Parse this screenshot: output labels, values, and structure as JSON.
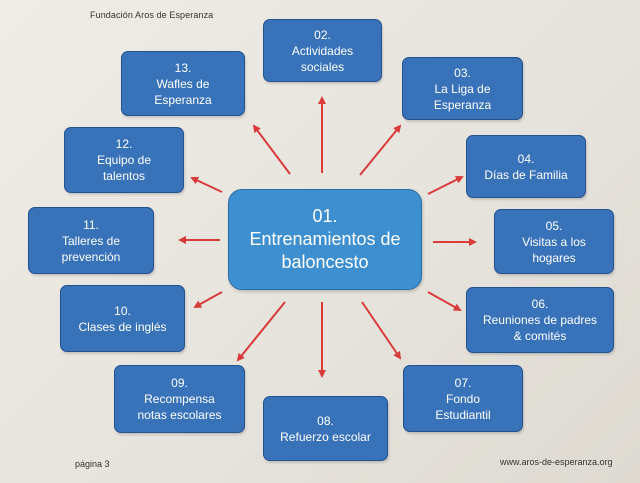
{
  "header": "Fundación Aros de Esperanza",
  "footer": {
    "page": "página 3",
    "website": "www.aros-de-esperanza.org"
  },
  "colors": {
    "box": "#3872b8",
    "center": "#3d8fcf",
    "arrow": "#d93a3a"
  },
  "center": "01.\nEntrenamientos de\nbaloncesto",
  "nodes": [
    "02.\nActividades\nsociales",
    "03.\nLa Liga de\nEsperanza",
    "04.\nDías de Familia",
    "05.\nVisitas a los\nhogares",
    "06.\nReuniones de padres\n& comités",
    "07.\nFondo\nEstudiantil",
    "08.\nRefuerzo escolar",
    "09.\nRecompensa\nnotas escolares",
    "10.\nClases de inglés",
    "11.\nTalleres de\nprevención",
    "12.\nEquipo de\ntalentos",
    "13.\nWafles de\nEsperanza"
  ]
}
